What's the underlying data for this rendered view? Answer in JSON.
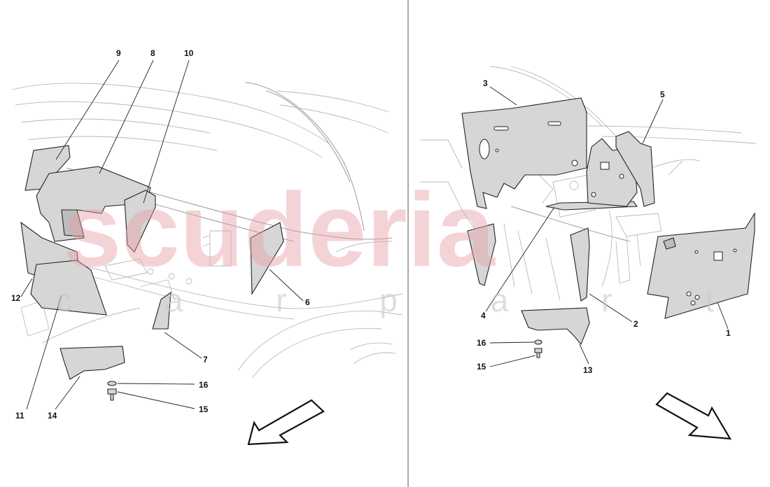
{
  "watermark": {
    "brand": "scuderia",
    "tagline": "c a r p a r t s"
  },
  "left_view": {
    "callouts": [
      {
        "id": "9",
        "label": "9"
      },
      {
        "id": "8",
        "label": "8"
      },
      {
        "id": "10",
        "label": "10"
      },
      {
        "id": "12",
        "label": "12"
      },
      {
        "id": "6",
        "label": "6"
      },
      {
        "id": "7",
        "label": "7"
      },
      {
        "id": "16",
        "label": "16"
      },
      {
        "id": "15",
        "label": "15"
      },
      {
        "id": "11",
        "label": "11"
      },
      {
        "id": "14",
        "label": "14"
      }
    ],
    "direction_arrow": "arrow-icon"
  },
  "right_view": {
    "callouts": [
      {
        "id": "3",
        "label": "3"
      },
      {
        "id": "5",
        "label": "5"
      },
      {
        "id": "4",
        "label": "4"
      },
      {
        "id": "2",
        "label": "2"
      },
      {
        "id": "1",
        "label": "1"
      },
      {
        "id": "16",
        "label": "16"
      },
      {
        "id": "15",
        "label": "15"
      },
      {
        "id": "13",
        "label": "13"
      }
    ],
    "direction_arrow": "arrow-icon"
  },
  "colors": {
    "part_fill": "#d6d6d6",
    "line": "#222222",
    "watermark": "#e8a0a8"
  }
}
